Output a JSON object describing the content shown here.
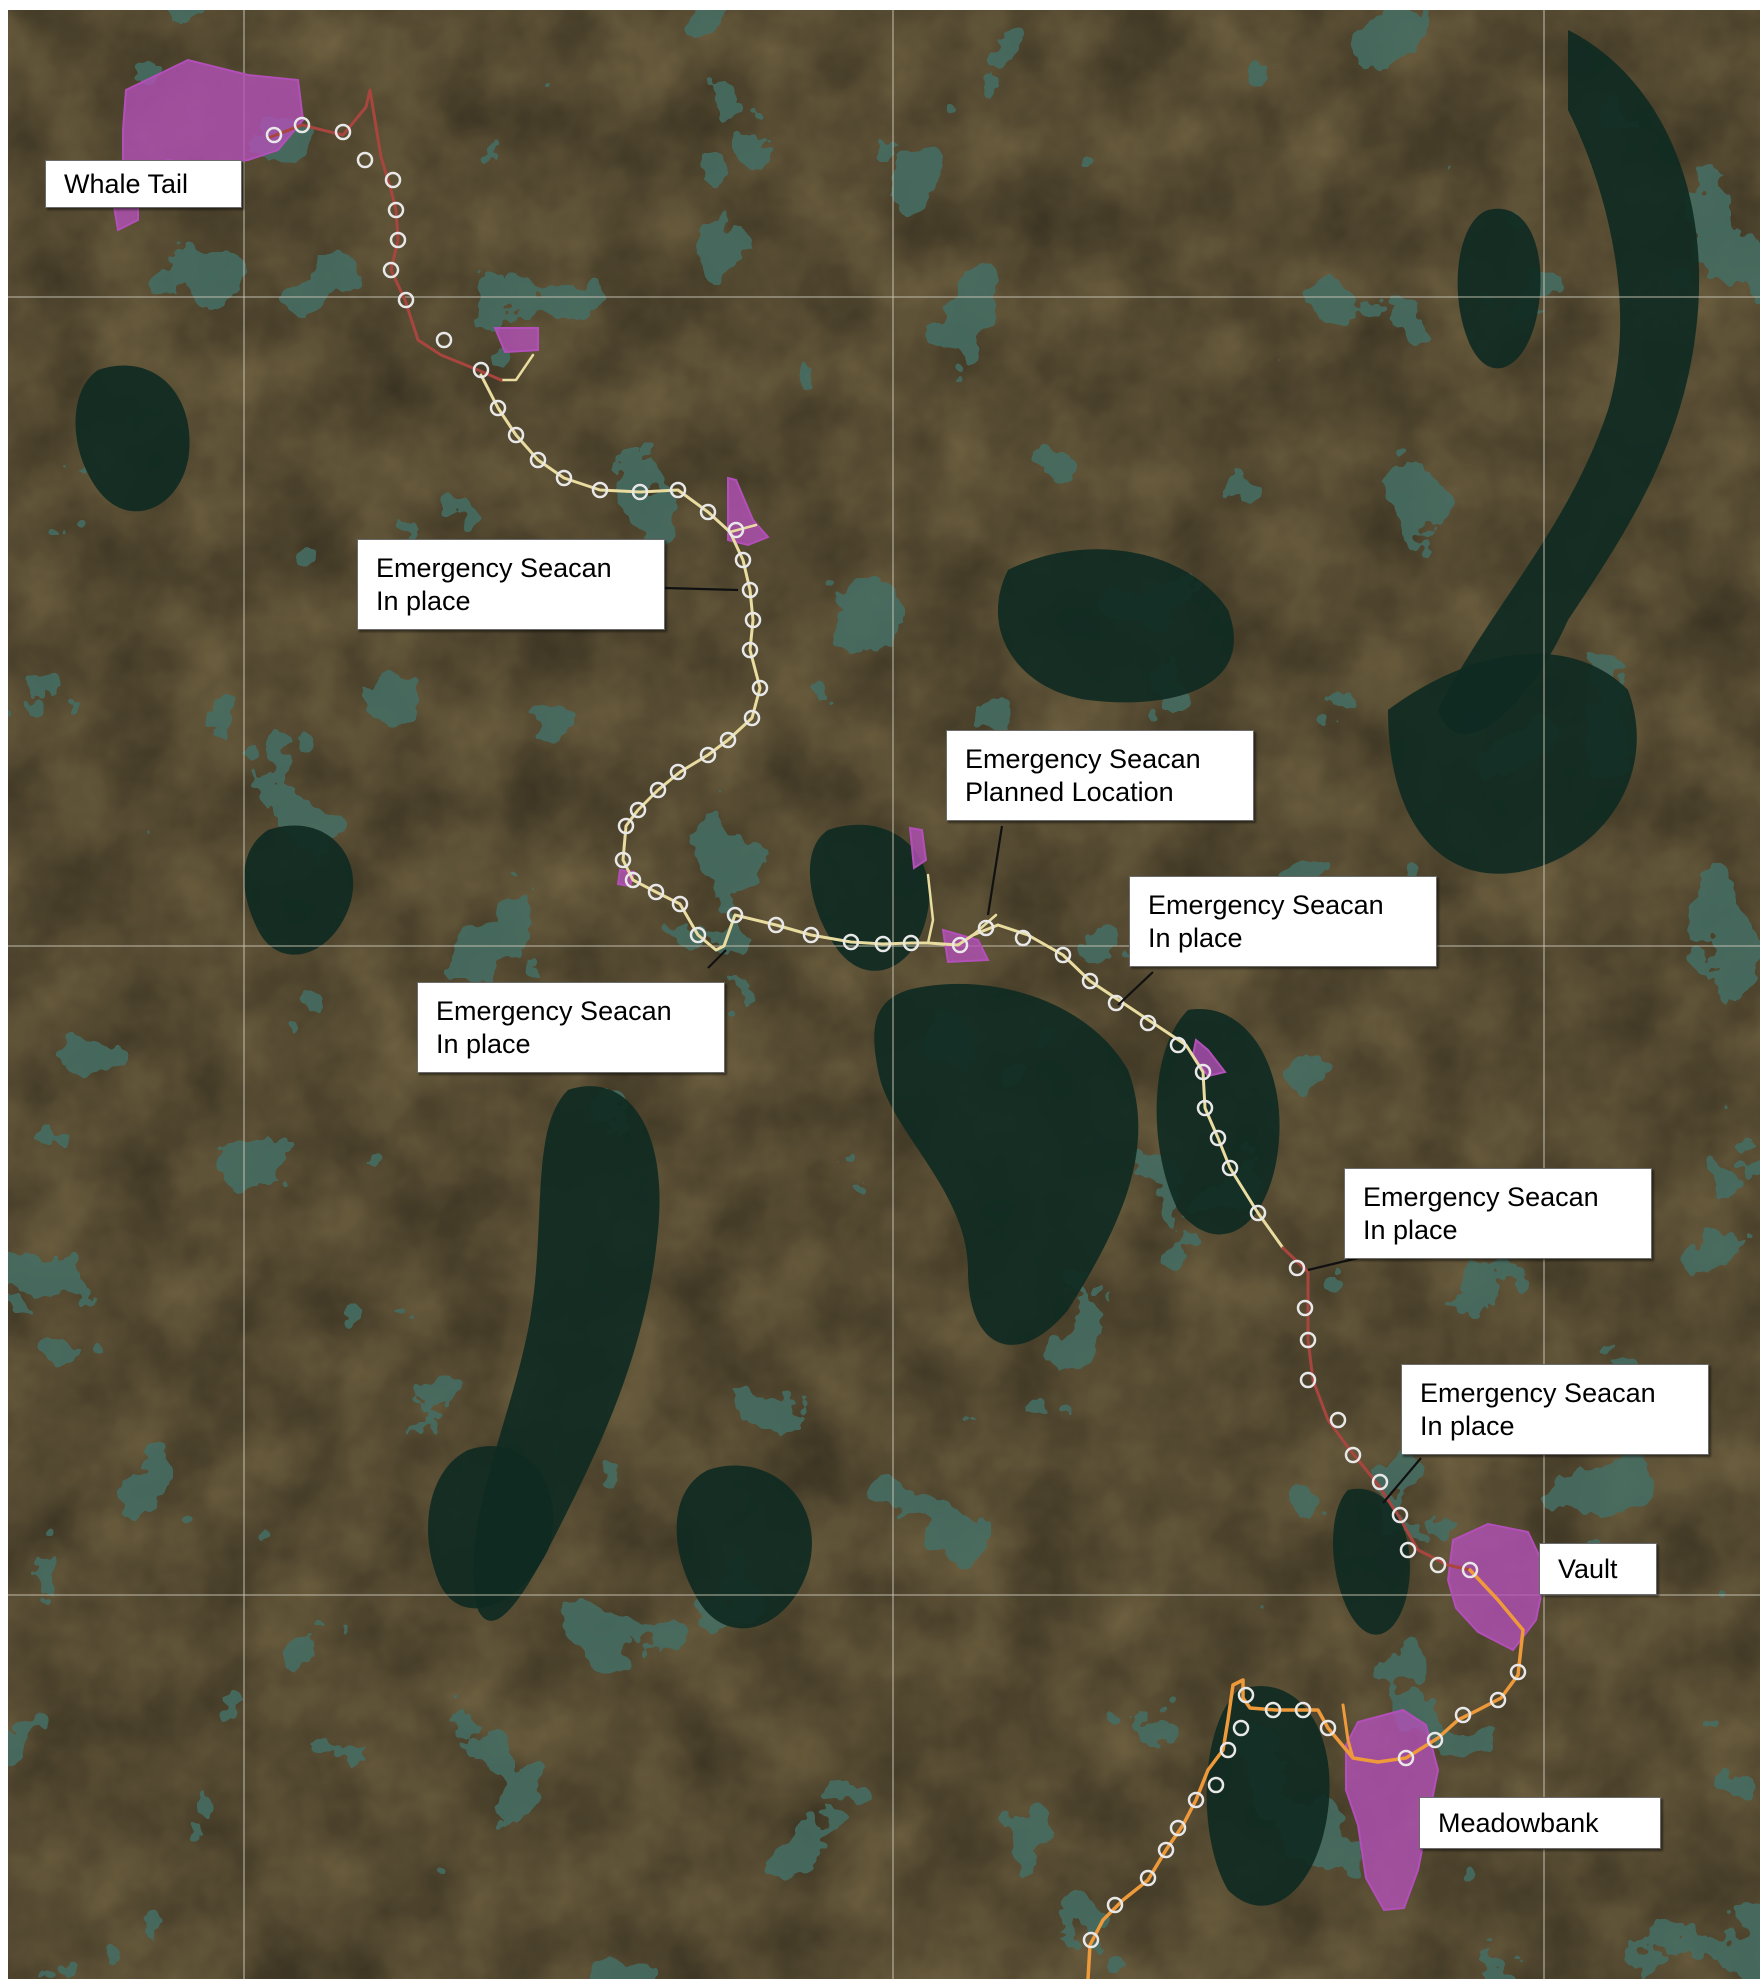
{
  "map": {
    "colors": {
      "land": "#6e6040",
      "water": "#0f2a22",
      "site_fill": "#b34fb8",
      "road_north": "#e9dca0",
      "road_red": "#a8453e",
      "road_south": "#ef9a3a",
      "marker_stroke": "#e8e8e8",
      "grid": "#c8c4b4"
    },
    "sites": [
      {
        "name": "Whale Tail"
      },
      {
        "name": "Vault"
      },
      {
        "name": "Meadowbank"
      }
    ],
    "seacans": [
      {
        "line1": "Emergency Seacan",
        "line2": "In place"
      },
      {
        "line1": "Emergency Seacan",
        "line2": "Planned Location"
      },
      {
        "line1": "Emergency Seacan",
        "line2": "In place"
      },
      {
        "line1": "Emergency Seacan",
        "line2": "In place"
      },
      {
        "line1": "Emergency Seacan",
        "line2": "In place"
      },
      {
        "line1": "Emergency Seacan",
        "line2": "In place"
      }
    ]
  }
}
